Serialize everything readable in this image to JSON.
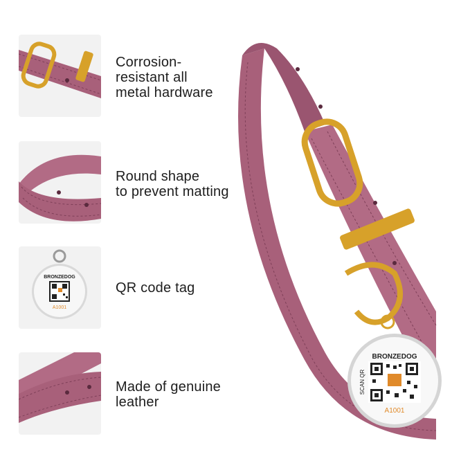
{
  "features": [
    {
      "line1": "Corrosion-",
      "line2": "resistant all",
      "line3": "metal hardware",
      "icon": "buckle-closeup"
    },
    {
      "line1": "Round shape",
      "line2": "to prevent matting",
      "icon": "round-collar-closeup"
    },
    {
      "line1": "QR code tag",
      "icon": "qr-tag"
    },
    {
      "line1": "Made of genuine",
      "line2": "leather",
      "icon": "leather-closeup"
    }
  ],
  "tag": {
    "brand": "BRONZEDOG",
    "side_text": "SCAN QR",
    "code": "A1001"
  },
  "colors": {
    "leather": "#a8607a",
    "leather_dark": "#8a4a63",
    "gold": "#d7a12a",
    "tile_bg": "#f2f2f2",
    "code": "#e08a2a"
  }
}
